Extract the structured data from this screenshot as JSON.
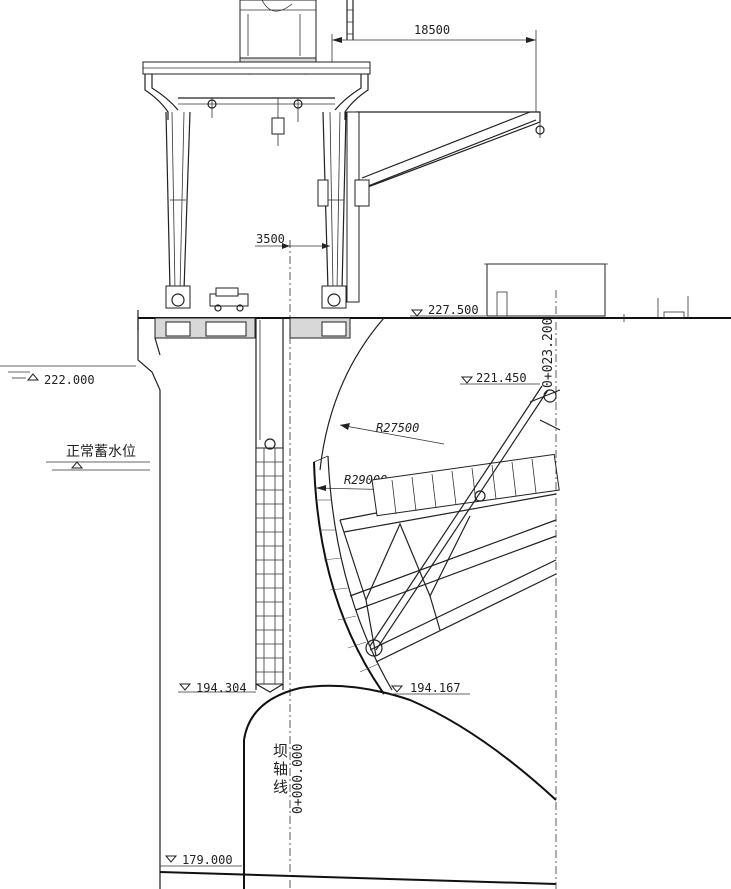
{
  "dimensions": {
    "top_span": "18500",
    "axis_offset": "3500",
    "radius_inner": "R27500",
    "radius_outer": "R29000"
  },
  "elevations": {
    "deck": "227.500",
    "trunnion": "221.450",
    "water_check": "222.000",
    "gate_sill": "194.304",
    "radial_sill": "194.167",
    "foundation": "179.000"
  },
  "labels": {
    "normal_pool": "正常蓄水位",
    "dam_axis": "坝轴线",
    "axis_station": "0+000.000",
    "radial_station": "0+023.200"
  }
}
